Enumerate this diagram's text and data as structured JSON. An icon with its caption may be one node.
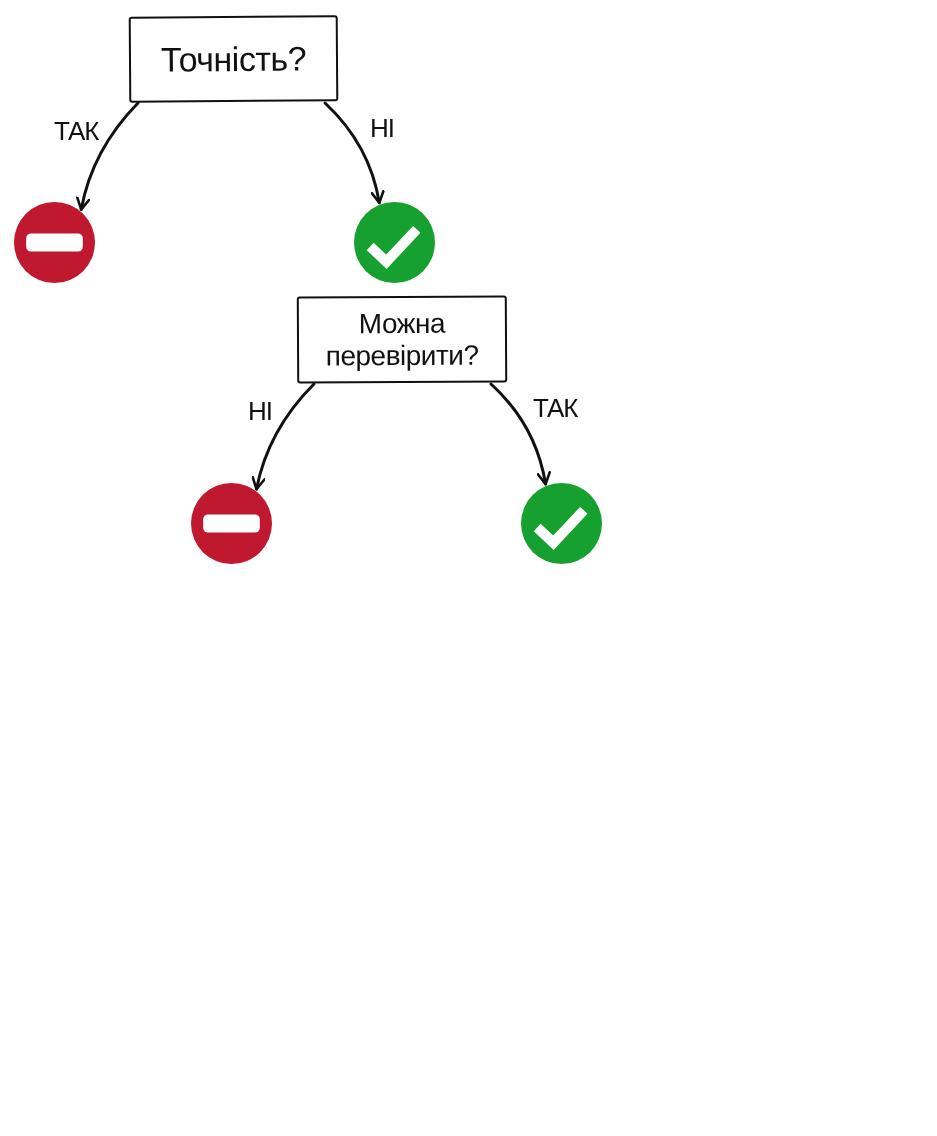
{
  "diagram": {
    "nodes": [
      {
        "text": [
          "Точність?"
        ]
      },
      {
        "text": [],
        "shape": "circle"
      },
      {
        "text": [],
        "shape": "circle"
      },
      {
        "text": [
          "Можна перевірити?"
        ]
      },
      {
        "text": [],
        "shape": "circle"
      },
      {
        "text": [],
        "shape": "circle"
      }
    ],
    "edges": [
      {
        "from": 0,
        "to": 1,
        "arrow": "to",
        "label": "ТАК"
      },
      {
        "from": 0,
        "to": 2,
        "arrow": "to",
        "label": "НІ"
      },
      {
        "from": 3,
        "to": 4,
        "arrow": "to",
        "label": "НІ"
      },
      {
        "from": 3,
        "to": 5,
        "arrow": "to",
        "label": "ТАК"
      }
    ]
  }
}
